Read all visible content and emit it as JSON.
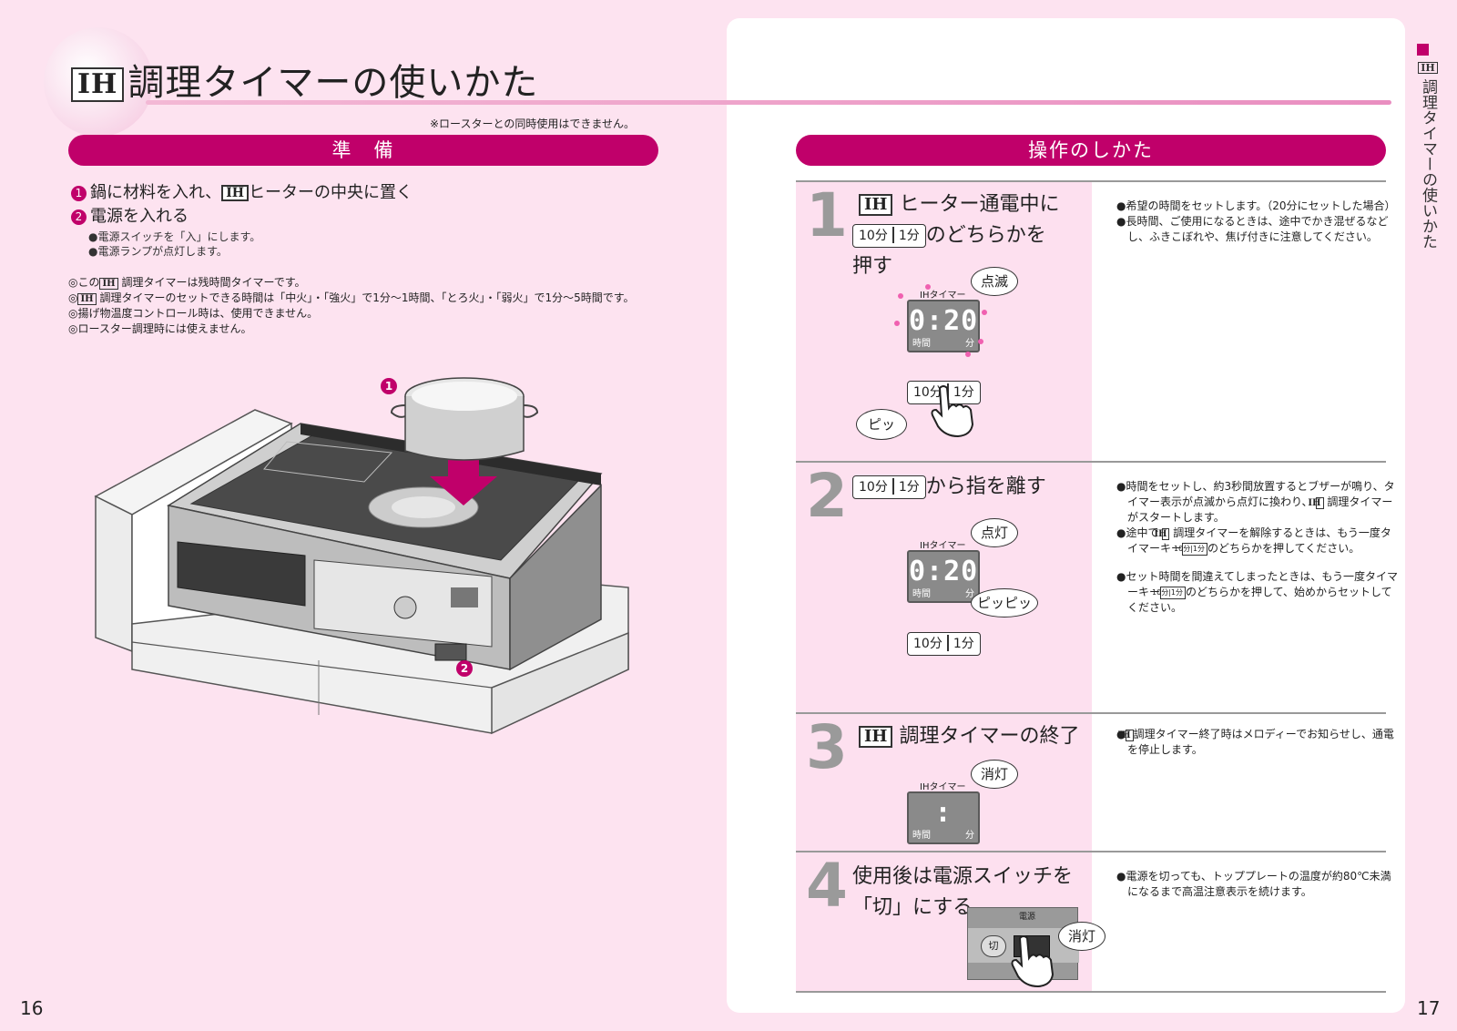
{
  "header": {
    "ih_badge": "IH",
    "title_text": "調理タイマーの使いかた",
    "top_note": "※ロースターとの同時使用はできません。"
  },
  "prep": {
    "pill_label": "準　備",
    "step1_num": "1",
    "step1_pre": "鍋に材料を入れ、",
    "step1_post": "ヒーターの中央に置く",
    "step2_num": "2",
    "step2_text": "電源を入れる",
    "bullets": [
      "●電源スイッチを「入」にします。",
      "●電源ランプが点灯します。"
    ],
    "note1_pre": "◎この",
    "note1_post": "調理タイマーは残時間タイマーです。",
    "note2_pre": "◎",
    "note2_post": "調理タイマーのセットできる時間は「中火」・「強火」で1分〜1時間、「とろ火」・「弱火」で1分〜5時間です。",
    "note3": "◎揚げ物温度コントロール時は、使用できません。",
    "note4": "◎ロースター調理時には使えません。",
    "illus_marker1": "1",
    "illus_marker2": "2"
  },
  "operation": {
    "pill_label": "操作のしかた",
    "key_10": "10分",
    "key_1": "1分",
    "lcd_title": "IHタイマー",
    "lcd_hour": "時間",
    "lcd_min": "分",
    "steps": [
      {
        "num": "1",
        "head_l1_post": "ヒーター通電中に",
        "head_l2_post": "のどちらかを",
        "head_l3": "押す",
        "display": "0:20",
        "bubble_top": "点滅",
        "bubble_bottom": "ピッ",
        "desc": [
          "●希望の時間をセットします。（20分にセットした場合）",
          "●長時間、ご使用になるときは、途中でかき混ぜるなどし、ふきこぼれや、焦げ付きに注意してください。"
        ]
      },
      {
        "num": "2",
        "head_post": "から指を離す",
        "display": "0:20",
        "bubble_top": "点灯",
        "bubble_bottom": "ピッピッ",
        "desc1_pre": "●時間をセットし、約3秒間放置するとブザーが鳴り、タイマー表示が点滅から点灯に換わり、",
        "desc1_post": "調理タイマーがスタートします。",
        "desc2_pre": "●途中で",
        "desc2_mid": "調理タイマーを解除するときは、もう一度タイマーキー",
        "desc2_post": "のどちらかを押してください。",
        "desc3_pre": "●セット時間を間違えてしまったときは、もう一度タイマーキー",
        "desc3_post": "のどちらかを押して、始めからセットしてください。"
      },
      {
        "num": "3",
        "head_post": "調理タイマーの終了",
        "display": ":",
        "bubble_top": "消灯",
        "desc_pre": "●",
        "desc_post": "調理タイマー終了時はメロディーでお知らせし、通電を停止します。"
      },
      {
        "num": "4",
        "head_l1": "使用後は電源スイッチを",
        "head_l2": "「切」にする",
        "panel_label": "電源",
        "switch_off": "切",
        "bubble": "消灯",
        "desc": [
          "●電源を切っても、トッププレートの温度が約80℃未満になるまで高温注意表示を続けます。"
        ]
      }
    ]
  },
  "side_tab": {
    "ih_badge": "IH",
    "text": "調理タイマーの使いかた"
  },
  "page_numbers": {
    "left": "16",
    "right": "17"
  },
  "colors": {
    "accent": "#c0006a",
    "background": "#fde3f0",
    "step_bg": "#fde0ef"
  }
}
